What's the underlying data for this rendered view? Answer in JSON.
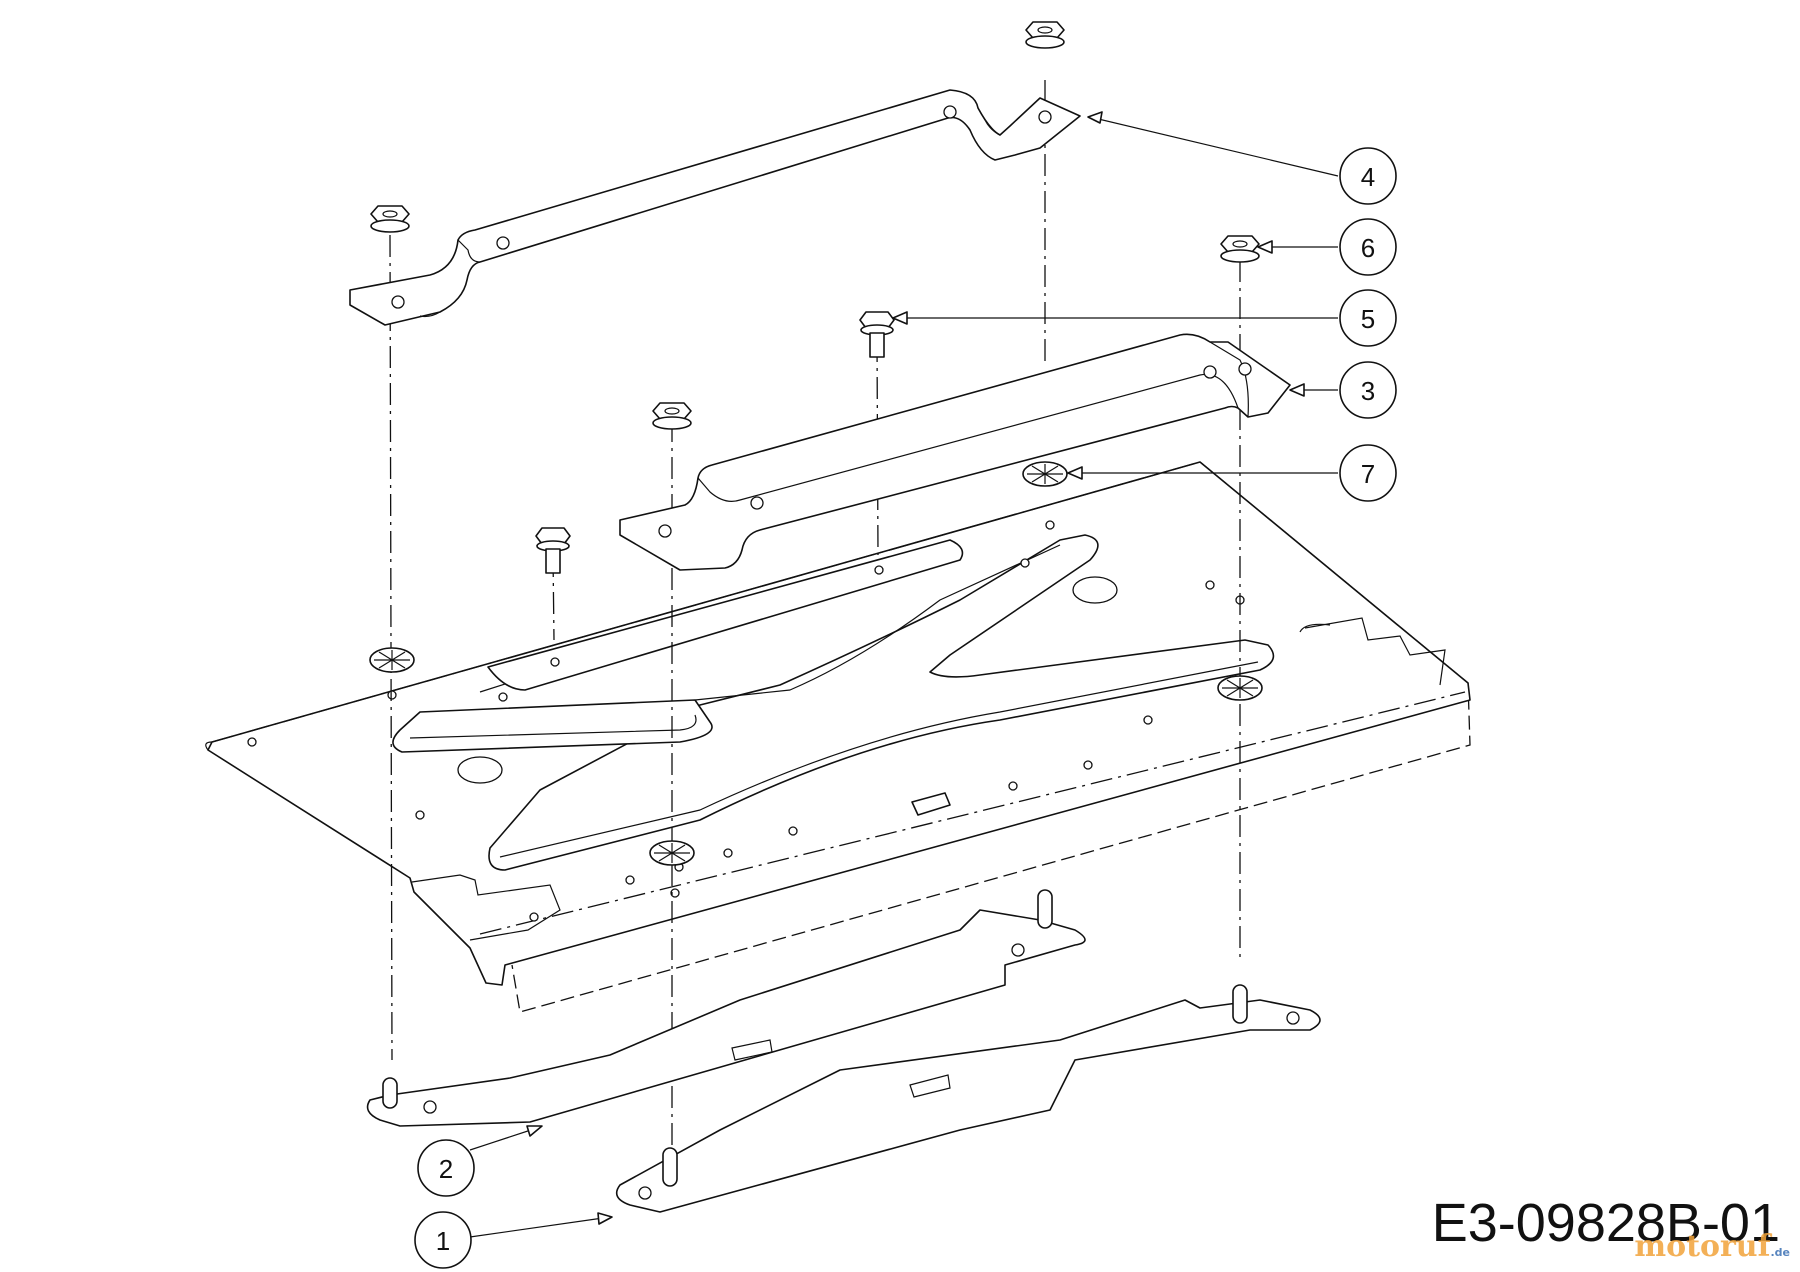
{
  "diagram": {
    "callouts": [
      {
        "id": "callout-1",
        "label": "1"
      },
      {
        "id": "callout-2",
        "label": "2"
      },
      {
        "id": "callout-3",
        "label": "3"
      },
      {
        "id": "callout-4",
        "label": "4"
      },
      {
        "id": "callout-5",
        "label": "5"
      },
      {
        "id": "callout-6",
        "label": "6"
      },
      {
        "id": "callout-7",
        "label": "7"
      }
    ],
    "drawing_code": "E3-09828B-01",
    "watermark": {
      "brand": "motoruf",
      "tld": ".de"
    }
  }
}
